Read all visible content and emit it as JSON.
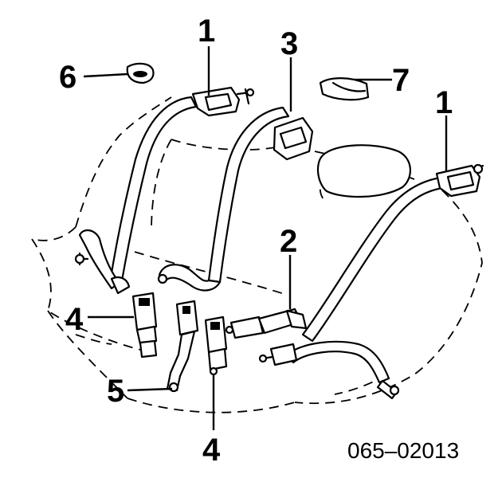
{
  "callouts": {
    "c1_left": "1",
    "c1_right": "1",
    "c2": "2",
    "c3": "3",
    "c4_left": "4",
    "c4_bottom": "4",
    "c5": "5",
    "c6": "6",
    "c7": "7"
  },
  "diagram_code": "065–02013",
  "colors": {
    "line": "#000000",
    "background": "#ffffff"
  }
}
